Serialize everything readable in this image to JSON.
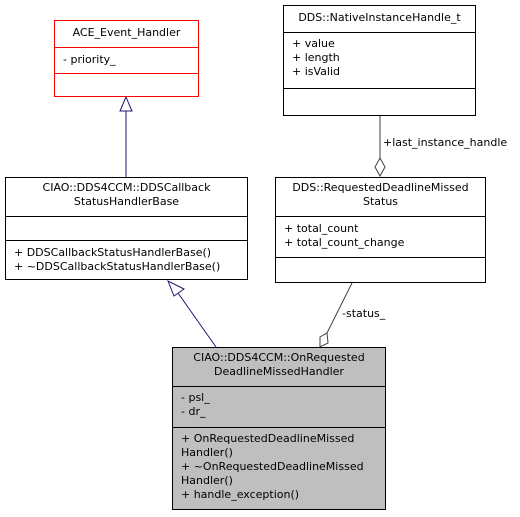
{
  "classes": {
    "ace_event_handler": {
      "name_lines": [
        "ACE_Event_Handler"
      ],
      "attributes": [
        "- priority_"
      ],
      "operations": []
    },
    "native_instance_handle": {
      "name_lines": [
        "DDS::NativeInstanceHandle_t"
      ],
      "attributes": [
        "+ value",
        "+ length",
        "+ isValid"
      ],
      "operations": []
    },
    "callback_status_handler_base": {
      "name_lines": [
        "CIAO::DDS4CCM::DDSCallback",
        "StatusHandlerBase"
      ],
      "attributes": [],
      "operations": [
        "+ DDSCallbackStatusHandlerBase()",
        "+ ~DDSCallbackStatusHandlerBase()"
      ]
    },
    "requested_deadline_missed_status": {
      "name_lines": [
        "DDS::RequestedDeadlineMissed",
        "Status"
      ],
      "attributes": [
        "+ total_count",
        "+ total_count_change"
      ],
      "operations": []
    },
    "on_requested_deadline_missed_handler": {
      "name_lines": [
        "CIAO::DDS4CCM::OnRequested",
        "DeadlineMissedHandler"
      ],
      "attributes": [
        "- psl_",
        "- dr_"
      ],
      "operations": [
        "+ OnRequestedDeadlineMissed",
        "Handler()",
        "+ ~OnRequestedDeadlineMissed",
        "Handler()",
        "+ handle_exception()"
      ]
    }
  },
  "edges": {
    "last_instance_handle_label": "+last_instance_handle",
    "status_label": "-status_"
  },
  "colors": {
    "inheritance_edge": "#191970",
    "association_edge": "#404040",
    "external_class_border": "#ff0000",
    "focus_class_fill": "#bfbfbf"
  }
}
